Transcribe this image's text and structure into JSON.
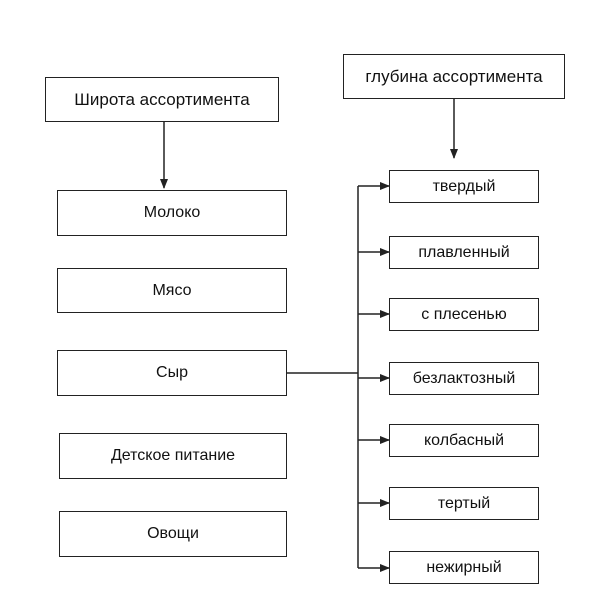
{
  "breadth": {
    "title": "Широта ассортимента",
    "items": [
      "Молоко",
      "Мясо",
      "Сыр",
      "Детское питание",
      "Овощи"
    ]
  },
  "depth": {
    "title": "глубина ассортимента",
    "items": [
      "твердый",
      "плавленный",
      "с плесенью",
      "безлактозный",
      "колбасный",
      "тертый",
      "нежирный"
    ]
  }
}
